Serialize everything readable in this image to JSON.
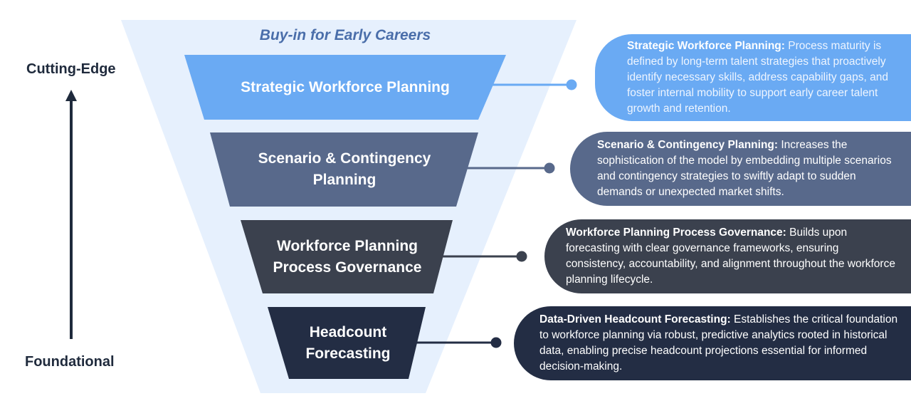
{
  "axis": {
    "top_label": "Cutting-Edge",
    "bottom_label": "Foundational"
  },
  "funnel": {
    "title": "Buy-in for Early Careers"
  },
  "levels": [
    {
      "label": "Strategic Workforce Planning",
      "card_term": "Strategic Workforce Planning:",
      "card_desc": "Process maturity is defined by long-term talent strategies that proactively identify necessary skills, address capability gaps, and foster internal mobility to support early career talent growth and retention.",
      "color": "#6aaaf3"
    },
    {
      "label": "Scenario & Contingency Planning",
      "card_term": "Scenario & Contingency Planning:",
      "card_desc": "Increases the sophistication of the model by embedding multiple scenarios and contingency strategies to swiftly adapt to sudden demands or unexpected market shifts.",
      "color": "#58698b"
    },
    {
      "label": "Workforce Planning Process Governance",
      "card_term": "Workforce Planning Process Governance:",
      "card_desc": "Builds upon forecasting with clear governance frameworks, ensuring consistency, accountability, and alignment throughout the workforce planning lifecycle.",
      "color": "#3b414e"
    },
    {
      "label": "Headcount Forecasting",
      "card_term": "Data-Driven Headcount Forecasting:",
      "card_desc": "Establishes the critical foundation to workforce planning via robust, predictive analytics rooted in historical data, enabling precise headcount projections essential for informed decision-making.",
      "color": "#232d44"
    }
  ],
  "colors": {
    "funnel_background": "#e6f0fd",
    "axis_arrow": "#1f2a3c",
    "title_text": "#4a6eaa"
  }
}
